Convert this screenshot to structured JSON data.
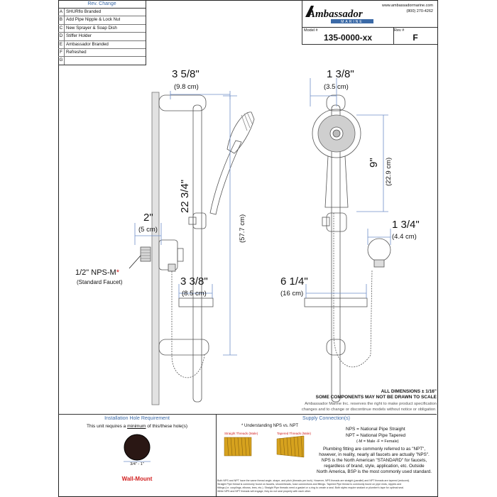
{
  "revisions": {
    "header": "Rev. Change",
    "rows": [
      {
        "key": "A",
        "value": "SHURflo Branded"
      },
      {
        "key": "B",
        "value": "Add Pipe Nipple & Lock Nut"
      },
      {
        "key": "C",
        "value": "New Sprayer & Soap Dish"
      },
      {
        "key": "D",
        "value": "Stiffer Holder"
      },
      {
        "key": "E",
        "value": "Ambassador Branded"
      },
      {
        "key": "F",
        "value": "Refreshed"
      },
      {
        "key": "G",
        "value": ""
      }
    ]
  },
  "title_block": {
    "brand": "Ambassador",
    "brand_sub": "MARINE",
    "website": "www.ambassadormarine.com",
    "phone": "(800) 270-4262",
    "model_label": "Model #",
    "model_value": "135-0000-xx",
    "rev_label": "Rev #",
    "rev_value": "F"
  },
  "dimensions": {
    "depth_total": {
      "main": "3 5/8\"",
      "metric": "(9.8 cm)"
    },
    "head_depth": {
      "main": "1 3/8\"",
      "metric": "(3.5 cm)"
    },
    "flange": {
      "main": "2\"",
      "metric": "(5 cm)"
    },
    "height": {
      "main": "22 3/4\"",
      "metric": "(57.7 cm)"
    },
    "head_height": {
      "main": "9\"",
      "metric": "(22.9 cm)"
    },
    "holder": {
      "main": "1 3/4\"",
      "metric": "(4.4 cm)"
    },
    "dish_depth": {
      "main": "3 3/8\"",
      "metric": "(8.5 cm)"
    },
    "dish_width": {
      "main": "6 1/4\"",
      "metric": "(16 cm)"
    }
  },
  "nps_label": {
    "main": "1/2\" NPS-M",
    "star": "*",
    "sub": "(Standard Faucet)"
  },
  "notes": {
    "all_dims": "ALL DIMENSIONS ± 1/16\"",
    "not_scale": "SOME COMPONENTS MAY NOT BE DRAWN TO SCALE",
    "disclaimer_1": "Ambassador Marine Inc. reserves the right to make product specification",
    "disclaimer_2": "changes and to change or discontinue models without notice or obligation."
  },
  "install": {
    "header": "Installation Hole Requirement",
    "line_pre": "This unit requires a ",
    "line_em": "minimum",
    "line_post": " of this/these hole(s)",
    "hole_size": "3/4\" - 1\"",
    "mount": "Wall-Mount"
  },
  "supply": {
    "header": "Supply Connection(s)",
    "understanding": "* Understanding NPS vs. NPT",
    "straight_label": "Straight Threads (Male)",
    "tapered_label": "Tapered Threads (Male)",
    "nps_def": "NPS = National Pipe Straight",
    "npt_def": "NPT = National Pipe Tapered",
    "mf_def": "(-M = Male    -F = Female)",
    "para": [
      "Plumbing fitting are commonly referred to as \"NPT\",",
      "however, in reality, nearly all faucets are actually \"NPS\".",
      "NPS is the North American \"STANDARD\" for faucets,",
      "regardless of brand, style, application, etc. Outside",
      "North America, BSP is the most commonly used standard."
    ],
    "fine_1": "Both NPS and NPT have the same thread angle, shape, and pitch (threads per inch). However, NPS threads are straight (parallel) and NPT threads are tapered (reduced).",
    "fine_2": "Straight Pipe thread is commonly found on faucets, showerheads, hose connections and fittings. Tapered Pipe thread is commonly found on pipe ends, nipples and",
    "fine_3": "fittings (i.e. couplings, elbows, tees, etc.). Straight Pipe threads need a gasket or o-ring to create a seal. Both styles require sealant or plumber's tape for optimal seal.",
    "fine_4": "While NPS and NPT threads will engage, they do not seal properly with each other."
  },
  "colors": {
    "dim": "#6f8fc8",
    "accent": "#3b6aa7",
    "thread": "#d6a21e",
    "star": "#d21f1f"
  }
}
